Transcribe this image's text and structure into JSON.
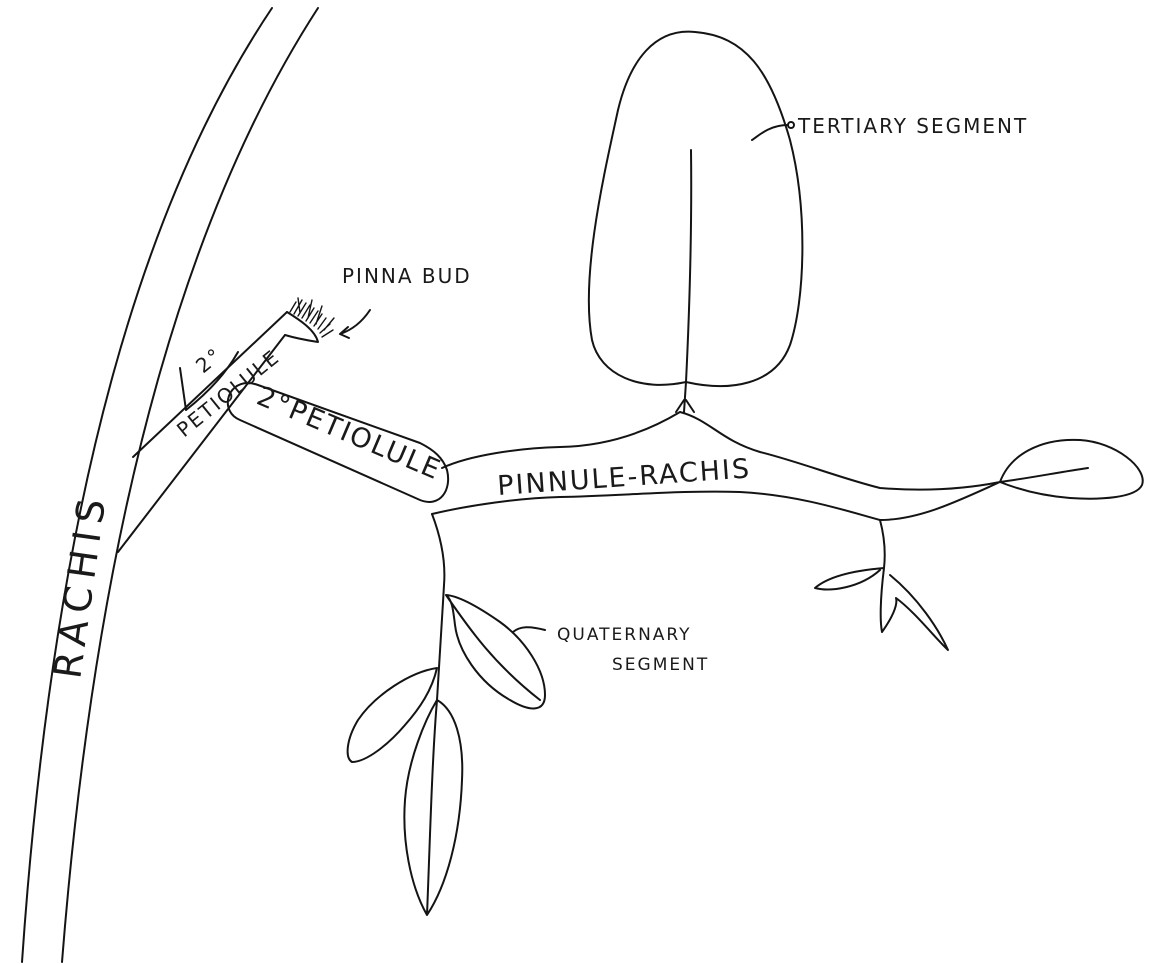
{
  "labels": {
    "rachis": "RACHIS",
    "petiolule": "PETIOLULE",
    "angle_degree": "2°",
    "pinna_bud": "PINNA BUD",
    "secondary_petiolule": "2°PETIOLULE",
    "pinnule_rachis": "PINNULE-RACHIS",
    "tertiary_segment": "TERTIARY SEGMENT",
    "quaternary_segment_line1": "QUATERNARY",
    "quaternary_segment_line2": "SEGMENT"
  },
  "colors": {
    "ink": "#141414",
    "paper": "#ffffff"
  }
}
